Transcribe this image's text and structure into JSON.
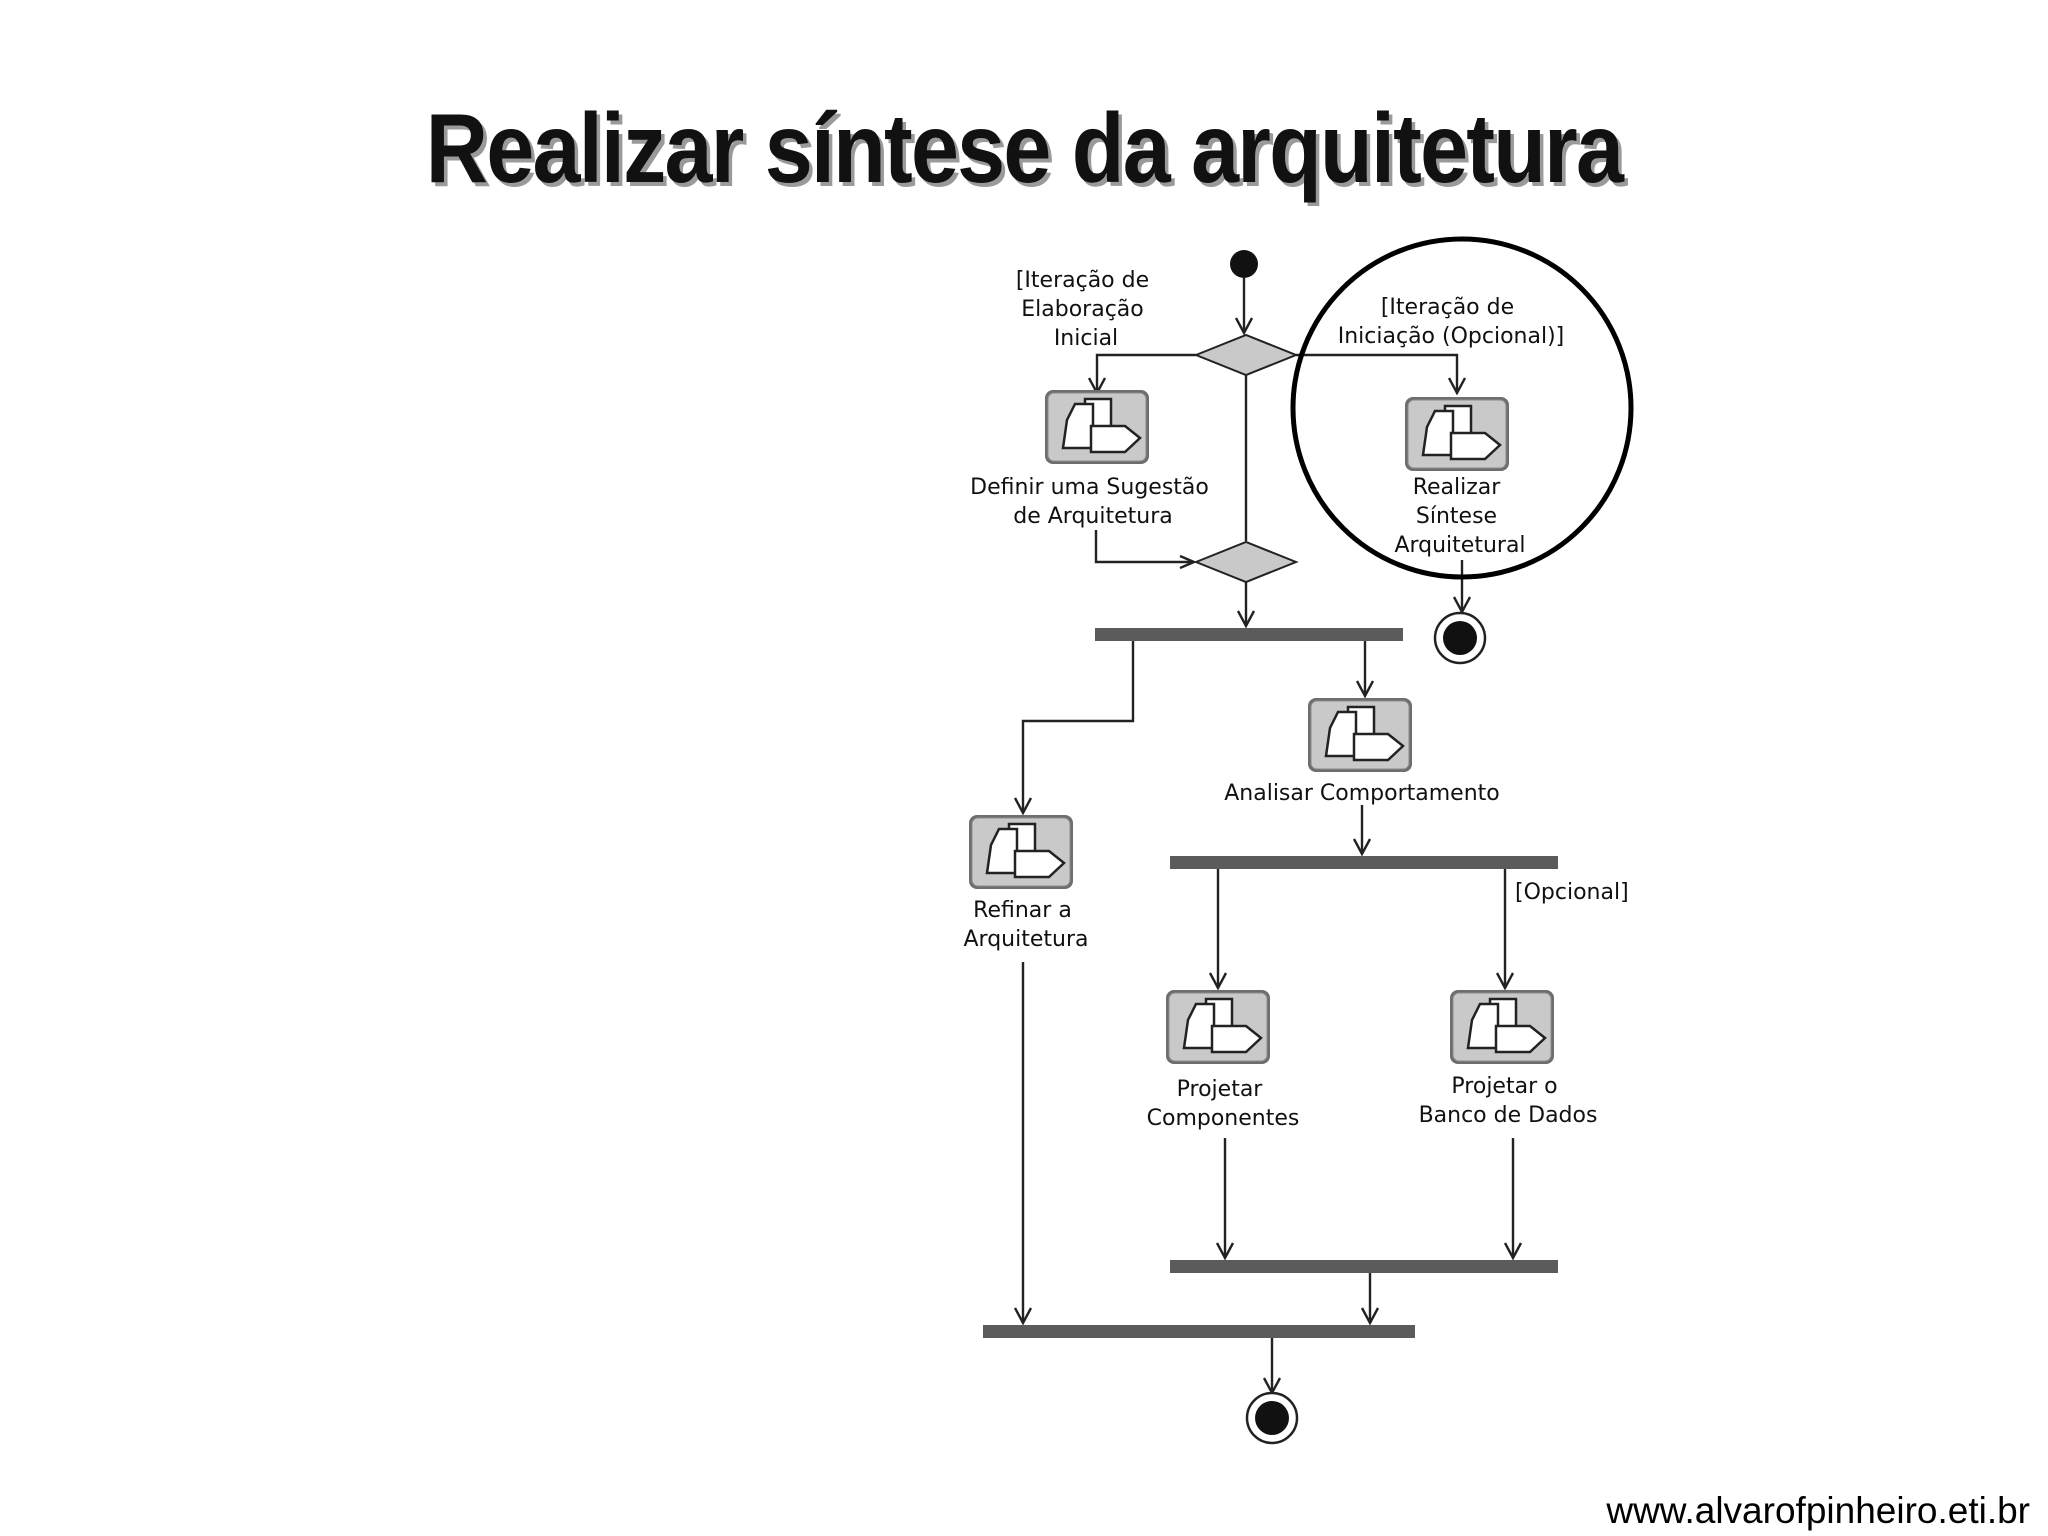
{
  "title": "Realizar síntese da arquitetura",
  "footer": {
    "url": "www.alvarofpinheiro.eti.br"
  },
  "activities": {
    "definir": [
      "Definir uma Sugestão",
      "de Arquitetura"
    ],
    "sintese": [
      "Realizar",
      "Síntese",
      "Arquitetural"
    ],
    "analisar": [
      "Analisar Comportamento"
    ],
    "refinar": [
      "Refinar a",
      "Arquitetura"
    ],
    "componentes": [
      "Projetar",
      "Componentes"
    ],
    "banco": [
      "Projetar o",
      "Banco de Dados"
    ]
  },
  "guards": {
    "elaboracao": [
      "[Iteração de",
      "Elaboração",
      "Inicial"
    ],
    "iniciacao": [
      "[Iteração de",
      "Iniciação (Opcional)]"
    ],
    "opcional": [
      "[Opcional]"
    ]
  }
}
